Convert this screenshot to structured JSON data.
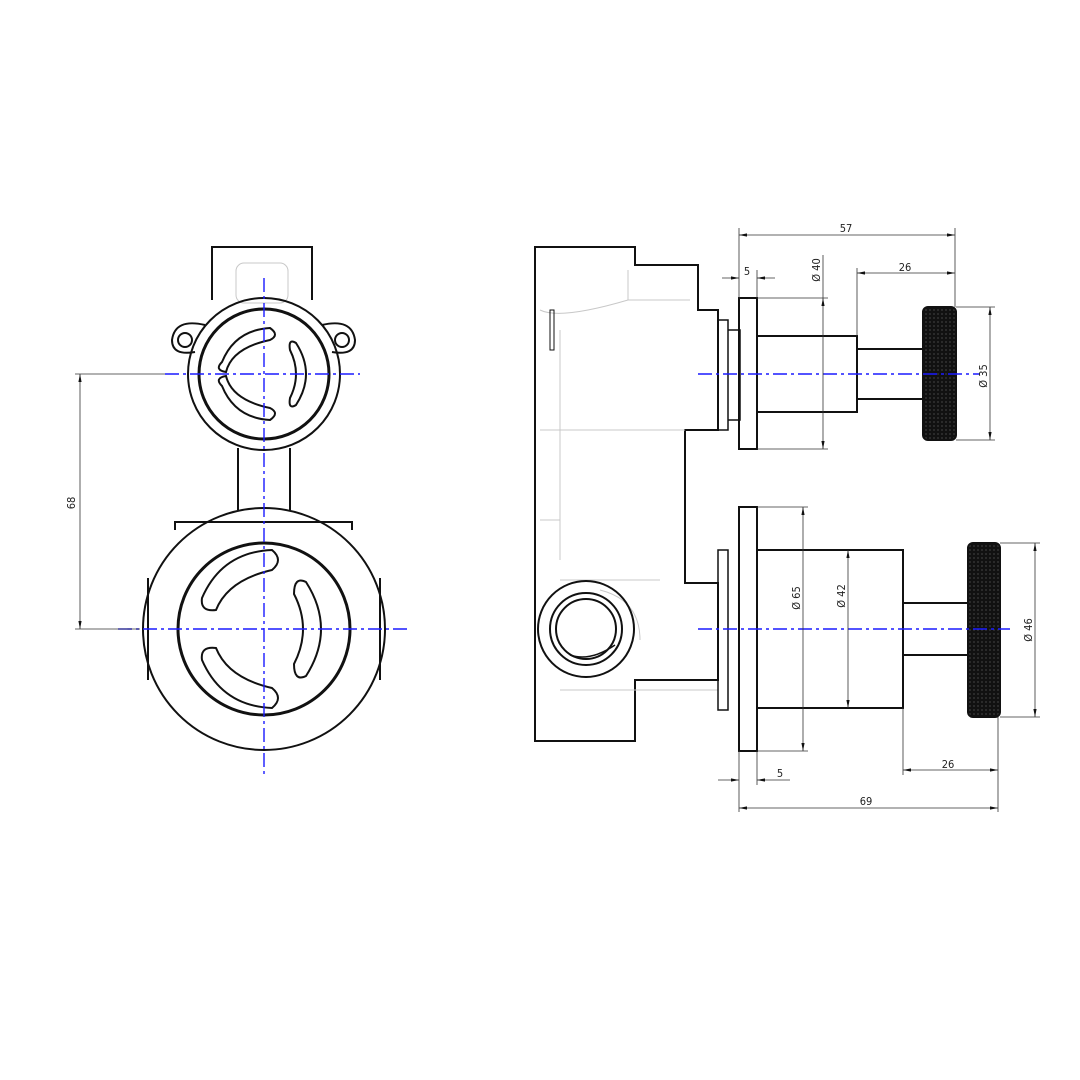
{
  "drawing": {
    "type": "technical-drawing",
    "subject": "concealed valve with knurled handles",
    "views": [
      "front-view",
      "side-view"
    ]
  },
  "front_view": {
    "dimensions": {
      "center_distance": "68"
    }
  },
  "side_view": {
    "upper_handle": {
      "overall_depth": "57",
      "flange_thickness": "5",
      "flange_diameter": "Ø 40",
      "handle_projection": "26",
      "knob_diameter": "Ø 35"
    },
    "lower_handle": {
      "overall_depth": "69",
      "flange_thickness": "5",
      "flange_diameter": "Ø 65",
      "body_diameter": "Ø 42",
      "handle_projection": "26",
      "knob_diameter": "Ø 46"
    }
  },
  "colors": {
    "line": "#111111",
    "hidden": "#c8c8c8",
    "centerline": "#1a1aff"
  }
}
